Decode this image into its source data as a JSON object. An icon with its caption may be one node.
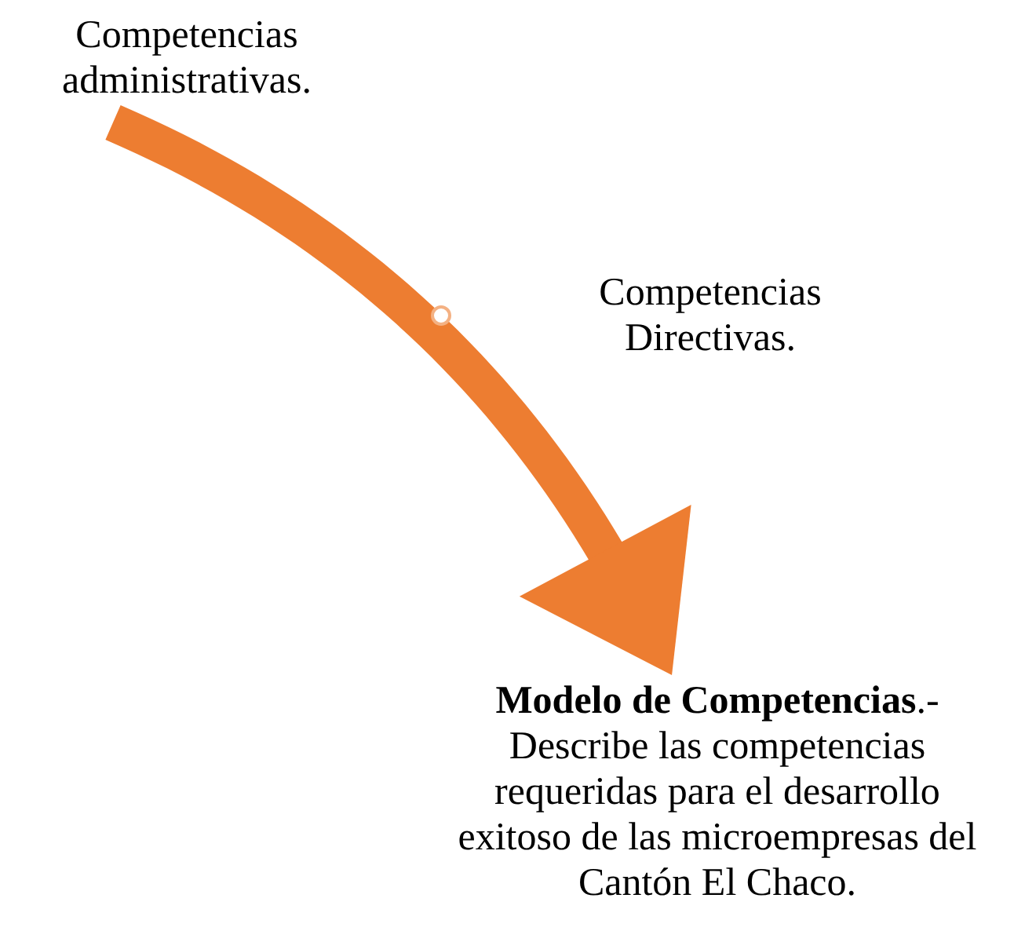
{
  "diagram": {
    "nodes": [
      {
        "text": [
          "Competencias administrativas."
        ]
      },
      {
        "text": [
          "**Modelo de Competencias**.- Describe las competencias requeridas para el desarrollo exitoso de las microempresas del Cantón El Chaco."
        ]
      }
    ],
    "edges": [
      {
        "from": 0,
        "to": 1,
        "arrow": "to",
        "color": "#ed7d31"
      }
    ],
    "labels": [
      "Competencias Directivas."
    ]
  }
}
